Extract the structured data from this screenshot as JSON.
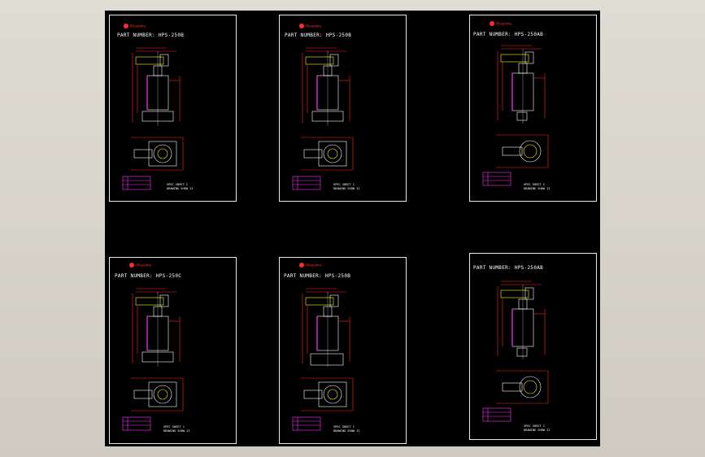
{
  "colors": {
    "background": "#000000",
    "frame": "#e8e8e8",
    "outline": "#ffffff",
    "dimension": "#ff2020",
    "highlight": "#ffff00",
    "cylinder": "#ff33ff",
    "table": "#ff33ff",
    "logo": "#ff2a2a"
  },
  "sheets": [
    {
      "logo": "Okayama",
      "part_label": "PART NUMBER: HPS-250B",
      "spec_line1": "SPEC SHEET 1",
      "spec_line2": "DRAWING SHOW II",
      "variant": "standard"
    },
    {
      "logo": "Okayama",
      "part_label": "PART NUMBER: HPS-250B",
      "spec_line1": "SPEC SHEET 1",
      "spec_line2": "DRAWING SHOW II",
      "variant": "standard"
    },
    {
      "logo": "Okayama",
      "part_label": "PART NUMBER: HPS-250AB",
      "spec_line1": "SPEC SHEET 1",
      "spec_line2": "DRAWING SHOW II",
      "variant": "round"
    },
    {
      "logo": "Okayama",
      "part_label": "PART NUMBER: HPS-250C",
      "spec_line1": "SPEC SHEET 1",
      "spec_line2": "DRAWING SHOW II",
      "variant": "standard"
    },
    {
      "logo": "Okayama",
      "part_label": "PART NUMBER: HPS-250B",
      "spec_line1": "SPEC SHEET 1",
      "spec_line2": "DRAWING SHOW II",
      "variant": "wide"
    },
    {
      "logo": "",
      "part_label": "PART NUMBER: HPS-250AB",
      "spec_line1": "SPEC SHEET 1",
      "spec_line2": "DRAWING SHOW II",
      "variant": "round"
    }
  ]
}
